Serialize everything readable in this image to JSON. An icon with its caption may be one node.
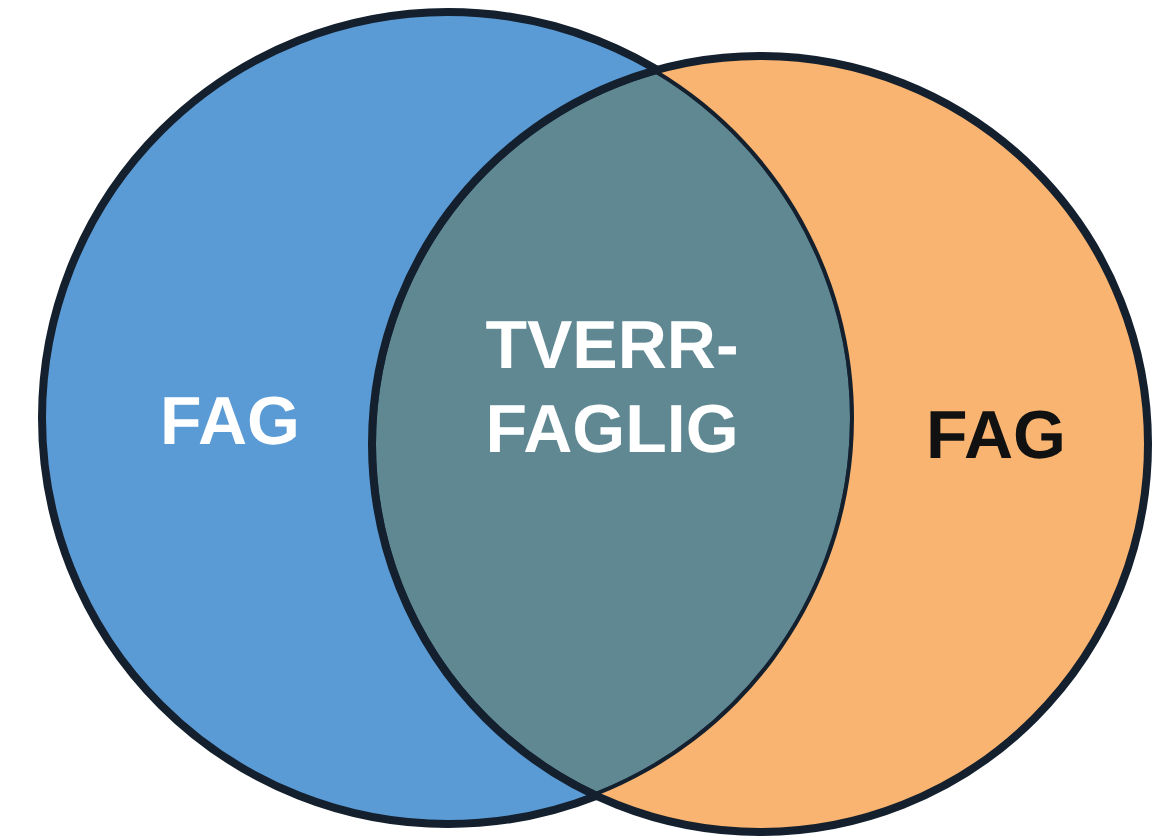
{
  "diagram": {
    "nodes": [
      {
        "text": [
          "FAG"
        ]
      },
      {
        "text": [
          "TVERR- FAGLIG"
        ]
      },
      {
        "text": [
          "FAG"
        ]
      }
    ]
  }
}
